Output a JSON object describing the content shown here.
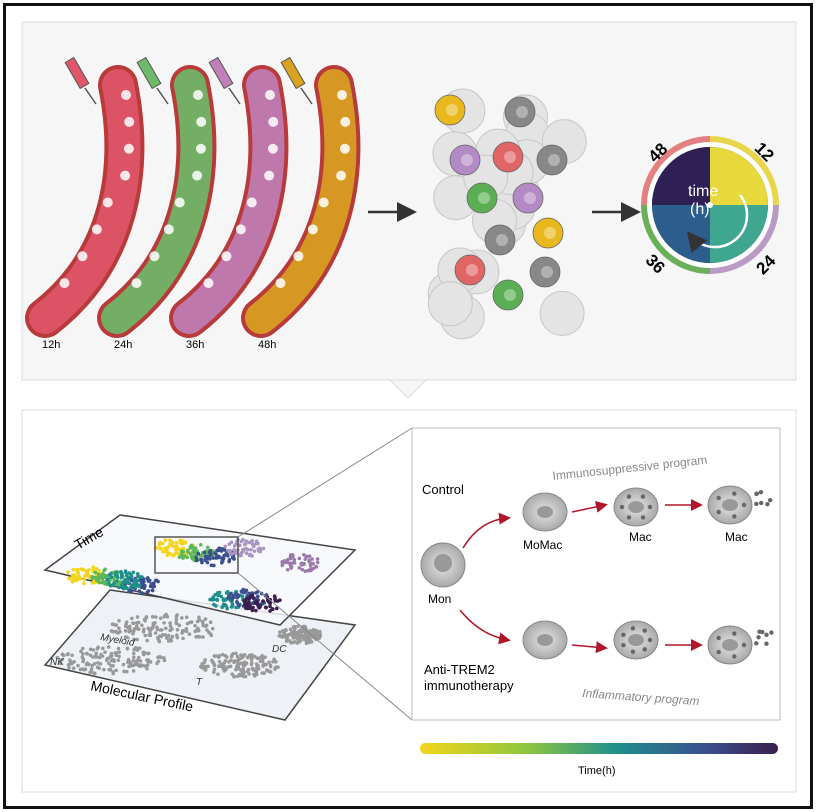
{
  "top": {
    "timepoints": [
      {
        "label": "12h",
        "color": "#e0566a"
      },
      {
        "label": "24h",
        "color": "#6dbb6a"
      },
      {
        "label": "36h",
        "color": "#c07fb8"
      },
      {
        "label": "48h",
        "color": "#d9a321"
      }
    ],
    "clock": {
      "center_label_1": "time",
      "center_label_2": "(h)",
      "labels": {
        "t12": "12",
        "t24": "24",
        "t36": "36",
        "t48": "48"
      }
    }
  },
  "bottom": {
    "layers": {
      "time_label": "Time",
      "profile_label": "Molecular Profile",
      "myeloid": "Myeloid",
      "nk": "NK",
      "dc": "DC",
      "t": "T"
    },
    "pathway": {
      "control": "Control",
      "treatment_1": "Anti-TREM2",
      "treatment_2": "immunotherapy",
      "immunosuppressive": "Immunosuppressive program",
      "inflammatory": "Inflammatory program",
      "mon": "Mon",
      "momac": "MoMac",
      "mac1": "Mac",
      "mac2": "Mac"
    },
    "colorbar": {
      "label": "Time(h)",
      "colors": [
        "#f4d51c",
        "#5cb85a",
        "#1f8f8c",
        "#3b4f8e",
        "#3a1f4e"
      ]
    }
  }
}
